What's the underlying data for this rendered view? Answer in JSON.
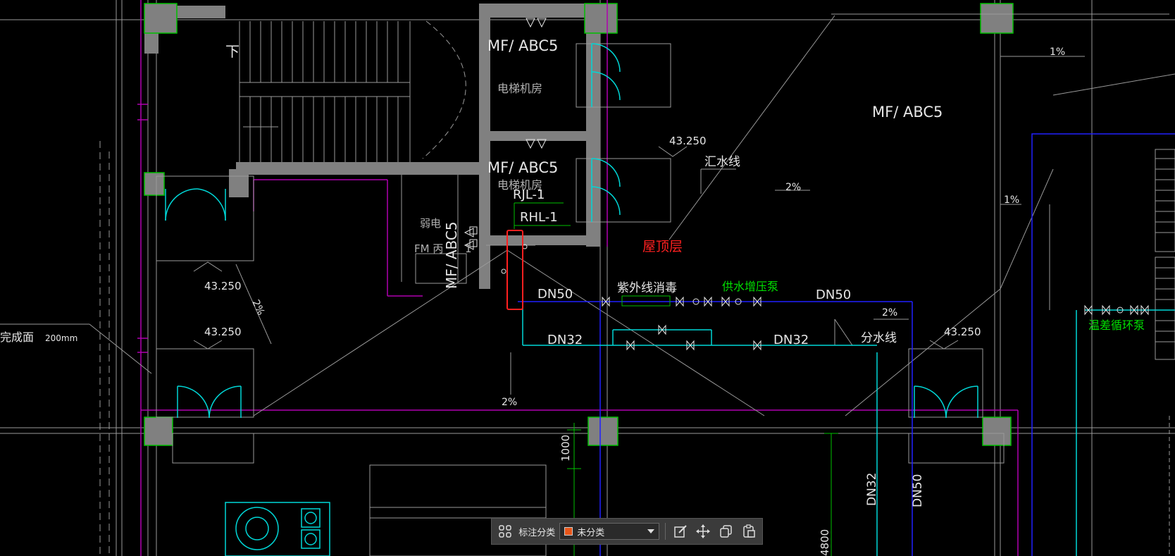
{
  "drawing": {
    "labels": {
      "down": "下",
      "mf1": "MF/ ABC5",
      "mf2": "MF/ ABC5",
      "mf3": "MF/ ABC5",
      "mf_vertical": "MF/ ABC5",
      "elevator_room1": "电梯机房",
      "elevator_room2": "电梯机房",
      "weak_current": "弱电",
      "fm": "FM 丙",
      "fm_suffix": "1",
      "rjl": "RJL-1",
      "rhl": "RHL-1",
      "roof_layer": "屋顶层",
      "collect_line": "汇水线",
      "split_line": "分水线",
      "uv": "紫外线消毒",
      "pump": "供水增压泵",
      "temp_pump": "温差循环泵",
      "dn50_1": "DN50",
      "dn50_2": "DN50",
      "dn50_v": "DN50",
      "dn32_1": "DN32",
      "dn32_2": "DN32",
      "dn32_v": "DN32",
      "elev_1": "43.250",
      "elev_2": "43.250",
      "elev_3": "43.250",
      "elev_4": "43.250",
      "slope_1": "1%",
      "slope_2": "1%",
      "slope_3": "2%",
      "slope_4": "2%",
      "slope_5": "2%",
      "slope_6": "2%",
      "finish": "完成面",
      "mm200": "200mm",
      "dim_1000": "1000",
      "dim_4800": "4800"
    }
  },
  "toolbar": {
    "label": "标注分类",
    "select_value": "未分类",
    "swatch_color": "#e8561a"
  },
  "colors": {
    "wall": "#808080",
    "column_border": "#00c000",
    "cyan": "#00d7d7",
    "blue": "#2020ff",
    "magenta": "#b000b0",
    "green_text": "#00e000",
    "red": "#ff2020",
    "white": "#e6e6e6"
  }
}
